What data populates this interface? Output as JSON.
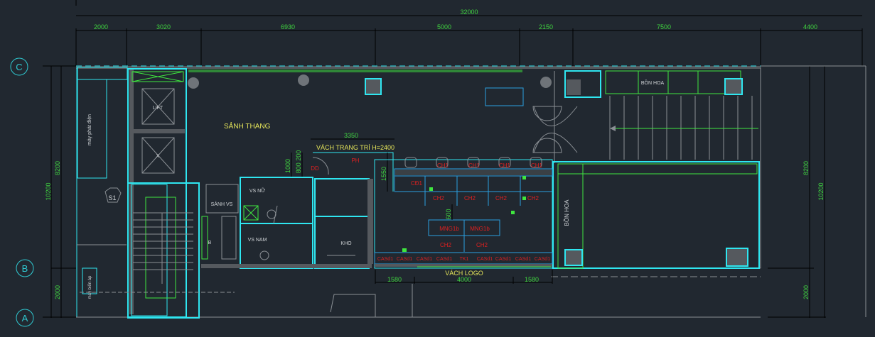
{
  "dimensions": {
    "overall": "32000",
    "top": [
      "2000",
      "3020",
      "6930",
      "5000",
      "2150",
      "7500",
      "4400"
    ],
    "left": {
      "total": "10200",
      "upper": "8200",
      "lower": "2000"
    },
    "right": {
      "total": "10200",
      "upper": "8200",
      "lower": "2000"
    },
    "partition": {
      "width": "3350",
      "h1": "1000",
      "h2": "800 200",
      "h3": "1550"
    },
    "desk_gap": "600",
    "logo": [
      "1580",
      "4000",
      "1580"
    ]
  },
  "grid_axes": [
    "C",
    "B",
    "A"
  ],
  "labels": {
    "generator": "máy phát điện",
    "lift": "LIFT",
    "lift2": "X",
    "lobby": "SẢNH THANG",
    "partition": "VÁCH TRANG TRÍ H=2400",
    "ph": "PH",
    "dd": "DD",
    "cd1": "CĐ1",
    "wc_female": "VS NỮ",
    "wc_lobby": "SẢNH VS",
    "wc_male": "VS NAM",
    "storage": "KHO",
    "b": "B",
    "s1": "S1",
    "transformer": "máy biến áp",
    "logo_wall": "VÁCH LOGO",
    "planter_top": "BỒN HOA",
    "planter_side": "BỒN HOA"
  },
  "furniture": {
    "ch1": [
      "CH1",
      "CH1",
      "CH1",
      "CH1"
    ],
    "ch2_row": [
      "CH2",
      "CH2",
      "CH2",
      "CH2"
    ],
    "mng": [
      "MNG1b",
      "MNG1b"
    ],
    "ch2_mng": [
      "CH2",
      "CH2"
    ],
    "counter": [
      "CASd1",
      "CASd1",
      "CASd1",
      "CASd1",
      "TK1",
      "CASd1",
      "CASd1",
      "CASd1",
      "CASd1"
    ]
  },
  "colors": {
    "background": "#212830",
    "wall": "#2fe6f0",
    "dimension": "#3fd23f",
    "label": "#e6e65a",
    "furniture": "#e02020"
  }
}
